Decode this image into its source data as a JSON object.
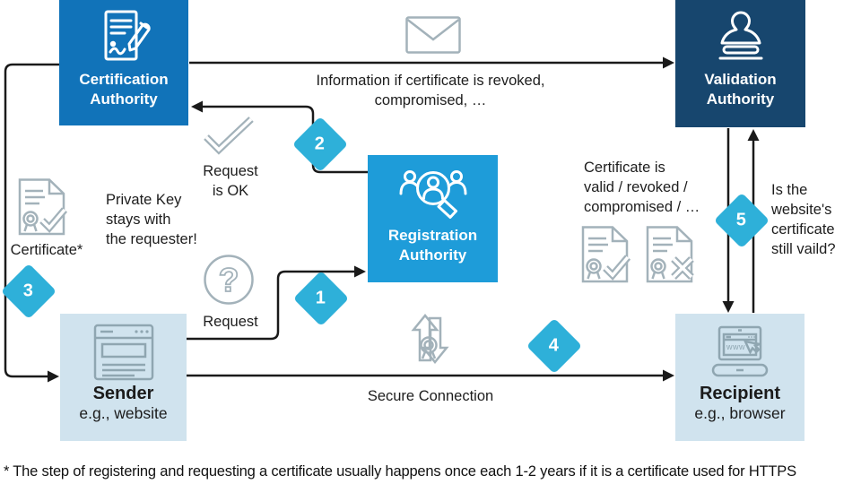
{
  "colors": {
    "ca_blue": "#1173b9",
    "ra_blue": "#1e9cd9",
    "va_navy": "#17466e",
    "diamond_cyan": "#2eb0d9",
    "light_box": "#d0e3ee",
    "icon_gray": "#a3b2ba",
    "line_black": "#1a1a1a",
    "text_black": "#1d1d1d"
  },
  "nodes": {
    "certification_authority": {
      "line1": "Certification",
      "line2": "Authority",
      "icon": "document-signature-pen-icon"
    },
    "validation_authority": {
      "line1": "Validation",
      "line2": "Authority",
      "icon": "rubber-stamp-icon"
    },
    "registration_authority": {
      "line1": "Registration",
      "line2": "Authority",
      "icon": "people-magnifier-icon"
    },
    "sender": {
      "title": "Sender",
      "subtitle": "e.g., website",
      "icon": "browser-window-icon"
    },
    "recipient": {
      "title": "Recipient",
      "subtitle": "e.g., browser",
      "icon": "laptop-www-cursor-icon"
    }
  },
  "steps": [
    "1",
    "2",
    "3",
    "4",
    "5"
  ],
  "annotations": {
    "info": [
      "Information if certificate is revoked,",
      "compromised, …"
    ],
    "request_ok": [
      "Request",
      "is OK"
    ],
    "request": "Request",
    "private_key": [
      "Private Key",
      "stays with",
      "the requester!"
    ],
    "certificate_label": "Certificate*",
    "cert_status": [
      "Certificate is",
      "valid / revoked /",
      "compromised / …"
    ],
    "website_question": [
      "Is the",
      "website's",
      "certificate",
      "still vaild?"
    ],
    "secure_connection": "Secure Connection",
    "footnote": "* The step of registering and requesting a certificate usually happens once each 1-2 years if it is a certificate used for HTTPS"
  },
  "icons": {
    "top_arrow": "envelope-icon",
    "request_ok": "checkmark-icon",
    "request": "question-mark-circle-icon",
    "certificate": "certificate-check-icon",
    "certificate_valid": "certificate-check-icon",
    "certificate_invalid": "certificate-cross-icon",
    "secure_connection": "up-down-arrows-seal-icon"
  }
}
